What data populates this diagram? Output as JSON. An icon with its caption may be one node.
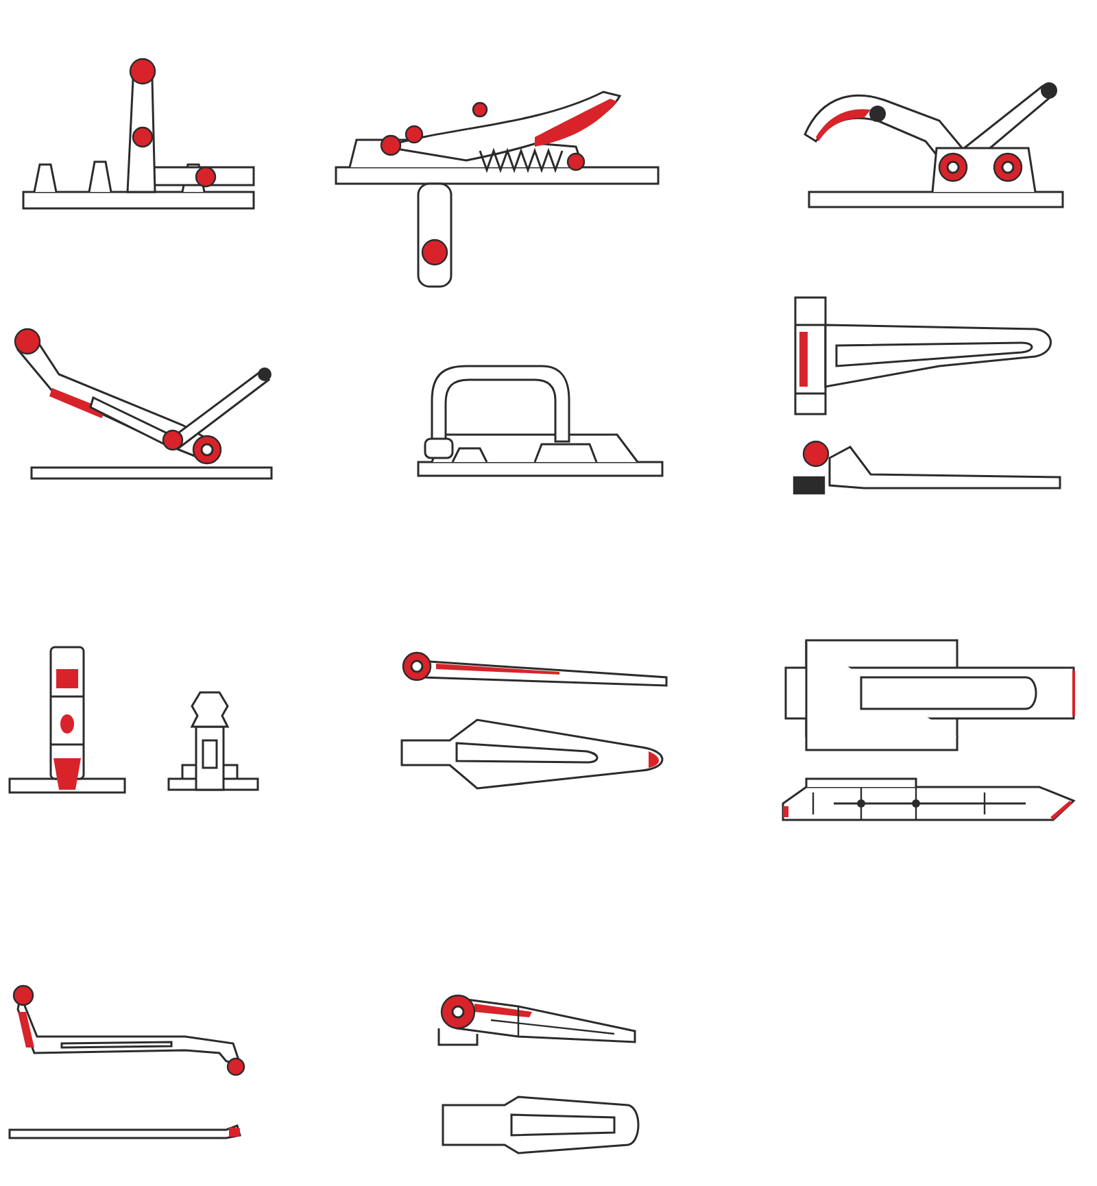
{
  "diagram": {
    "nodes": [
      {
        "text": [],
        "shape": "picture"
      },
      {
        "text": [],
        "shape": "picture"
      },
      {
        "text": [],
        "shape": "picture"
      },
      {
        "text": [],
        "shape": "picture"
      },
      {
        "text": [],
        "shape": "picture"
      },
      {
        "text": [],
        "shape": "picture"
      },
      {
        "text": [],
        "shape": "picture"
      },
      {
        "text": [],
        "shape": "picture"
      },
      {
        "text": [],
        "shape": "picture"
      },
      {
        "text": [],
        "shape": "picture"
      },
      {
        "text": [],
        "shape": "picture"
      },
      {
        "text": [],
        "shape": "picture"
      },
      {
        "text": [],
        "shape": "picture"
      },
      {
        "text": [],
        "shape": "picture"
      },
      {
        "text": [],
        "shape": "picture"
      },
      {
        "text": [],
        "shape": "picture"
      },
      {
        "text": [],
        "shape": "picture"
      }
    ]
  }
}
